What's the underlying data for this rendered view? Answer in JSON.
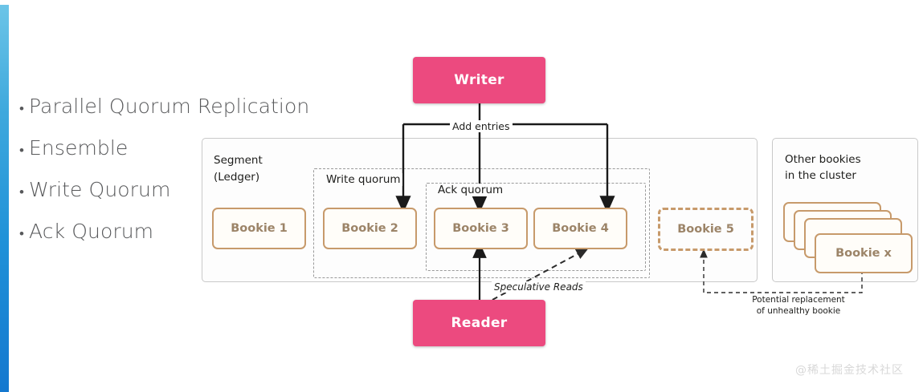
{
  "slide": {
    "accent_color": "#1f91d8",
    "background": "#ffffff"
  },
  "bullets": [
    {
      "text": "Parallel Quorum Replication"
    },
    {
      "text": "Ensemble"
    },
    {
      "text": "Write Quorum"
    },
    {
      "text": "Ack Quorum"
    }
  ],
  "diagram": {
    "writer": {
      "label": "Writer",
      "color": "#ec4a7f"
    },
    "reader": {
      "label": "Reader",
      "color": "#ec4a7f"
    },
    "segment": {
      "title_line1": "Segment",
      "title_line2": "(Ledger)"
    },
    "other_bookies": {
      "title_line1": "Other bookies",
      "title_line2": "in the cluster",
      "stack_label": "Bookie x"
    },
    "quorums": {
      "write_quorum_label": "Write quorum",
      "ack_quorum_label": "Ack quorum"
    },
    "bookies": [
      {
        "label": "Bookie 1",
        "style": "solid"
      },
      {
        "label": "Bookie 2",
        "style": "solid"
      },
      {
        "label": "Bookie 3",
        "style": "solid"
      },
      {
        "label": "Bookie 4",
        "style": "solid"
      },
      {
        "label": "Bookie 5",
        "style": "dashed"
      }
    ],
    "connectors": {
      "add_entries": "Add entries",
      "speculative_reads": "Speculative Reads",
      "replacement_line1": "Potential  replacement",
      "replacement_line2": "of unhealthy bookie"
    },
    "bookie_border_color": "#c79a6b",
    "bookie_text_color": "#9c8468"
  },
  "watermark": {
    "text": "@稀土掘金技术社区"
  }
}
